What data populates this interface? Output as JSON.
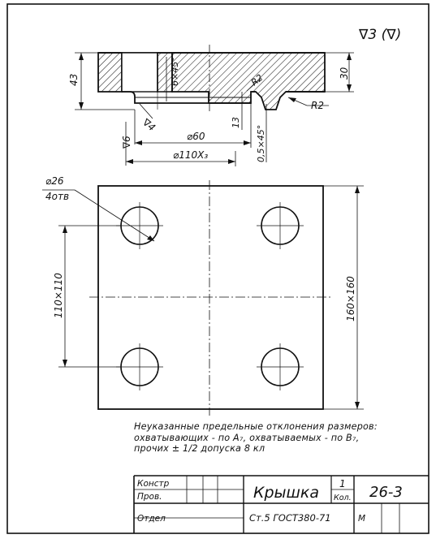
{
  "roughness": {
    "symbol": "∇3 (∇)"
  },
  "section_view": {
    "dimensions": {
      "height_total": "43",
      "height_body": "30",
      "chamfer_top": "6×45°",
      "fillet_left": "R2",
      "fillet_right": "R2",
      "depth": "13",
      "chamfer_bottom": "0,5×45°",
      "diameter_inner": "⌀60",
      "diameter_outer": "⌀110X₃",
      "roughness_left": "∇6",
      "roughness_bottom": "∇4"
    }
  },
  "plan_view": {
    "hole_callout_diameter": "⌀26",
    "hole_callout_count": "4отв",
    "hole_spacing": "110×110",
    "plate_size": "160×160"
  },
  "note": {
    "line1": "Неуказанные предельные отклонения размеров:",
    "line2": "охватывающих - по А₇, охватываемых - по В₇,",
    "line3": "прочих ± 1/2 допуска 8 кл"
  },
  "title_block": {
    "row1_label": "Констр",
    "row2_label": "Пров.",
    "row3_label": "Отдел",
    "part_name": "Крышка",
    "quantity": "1",
    "quantity_label": "Кол.",
    "drawing_number": "26-3",
    "material": "Ст.5 ГОСТ380-71",
    "scale_label": "М"
  }
}
